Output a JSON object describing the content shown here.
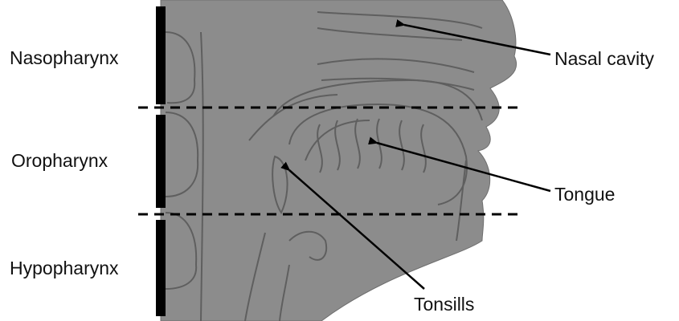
{
  "regions": [
    {
      "label": "Nasopharynx"
    },
    {
      "label": "Oropharynx"
    },
    {
      "label": "Hypopharynx"
    }
  ],
  "structures": [
    {
      "label": "Nasal cavity"
    },
    {
      "label": "Tongue"
    },
    {
      "label": "Tonsills"
    }
  ],
  "colors": {
    "head_fill": "#8c8c8c",
    "outline": "#5f5f5f",
    "region_bar": "#000000",
    "divider": "#000000",
    "arrow": "#000000",
    "background": "#ffffff"
  }
}
